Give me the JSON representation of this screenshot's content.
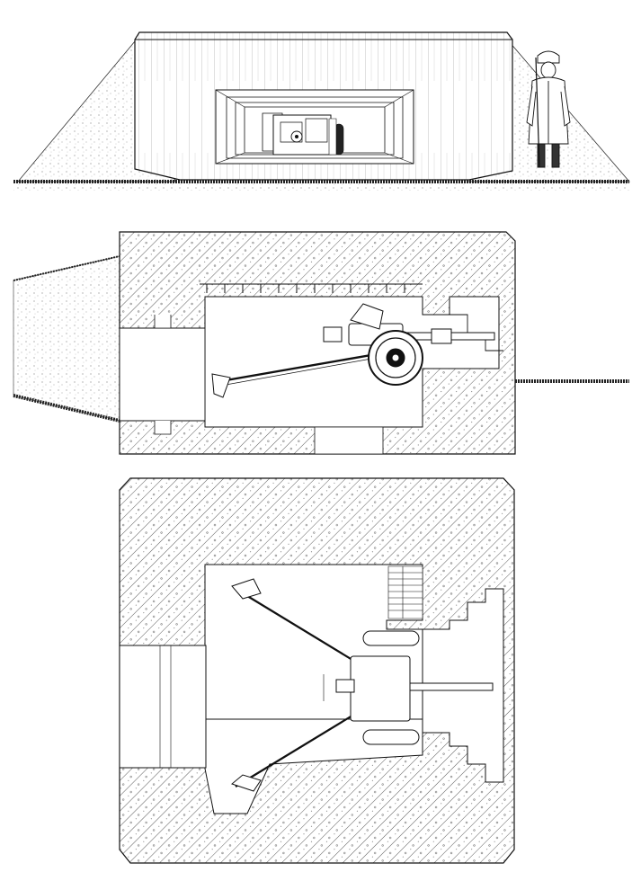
{
  "figure": {
    "views": [
      {
        "id": "front-elevation",
        "subject": "bunker-with-gun-and-soldier"
      },
      {
        "id": "side-section",
        "subject": "bunker-section-with-gun"
      },
      {
        "id": "plan-view",
        "subject": "bunker-plan-with-gun"
      }
    ],
    "colors": {
      "line": "#111111",
      "paper": "#ffffff",
      "ground": "#222222",
      "hatch": "#333333"
    }
  }
}
